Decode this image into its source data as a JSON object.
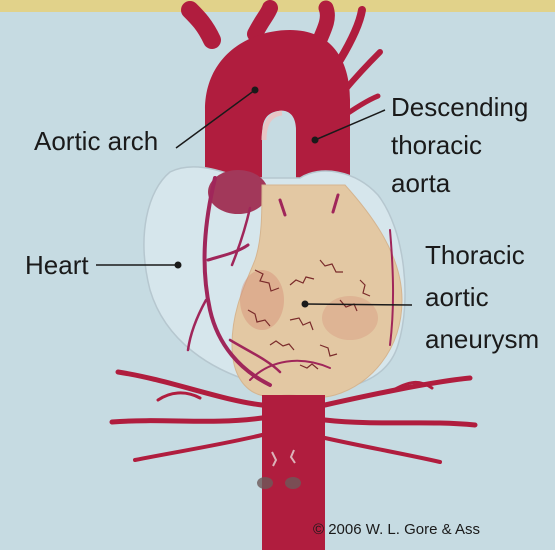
{
  "labels": {
    "aortic_arch": "Aortic arch",
    "descending_1": "Descending",
    "descending_2": "thoracic",
    "descending_3": "aorta",
    "heart": "Heart",
    "aneurysm_1": "Thoracic",
    "aneurysm_2": "aortic",
    "aneurysm_3": "aneurysm"
  },
  "copyright": "© 2006 W. L. Gore & Ass",
  "colors": {
    "background": "#c6dbe2",
    "top_band": "#e1d28a",
    "artery": "#b01d3e",
    "heart": "#d6e6ec",
    "aneurysm": "#e3c8a3",
    "vessel_web": "#7a2b2b"
  }
}
